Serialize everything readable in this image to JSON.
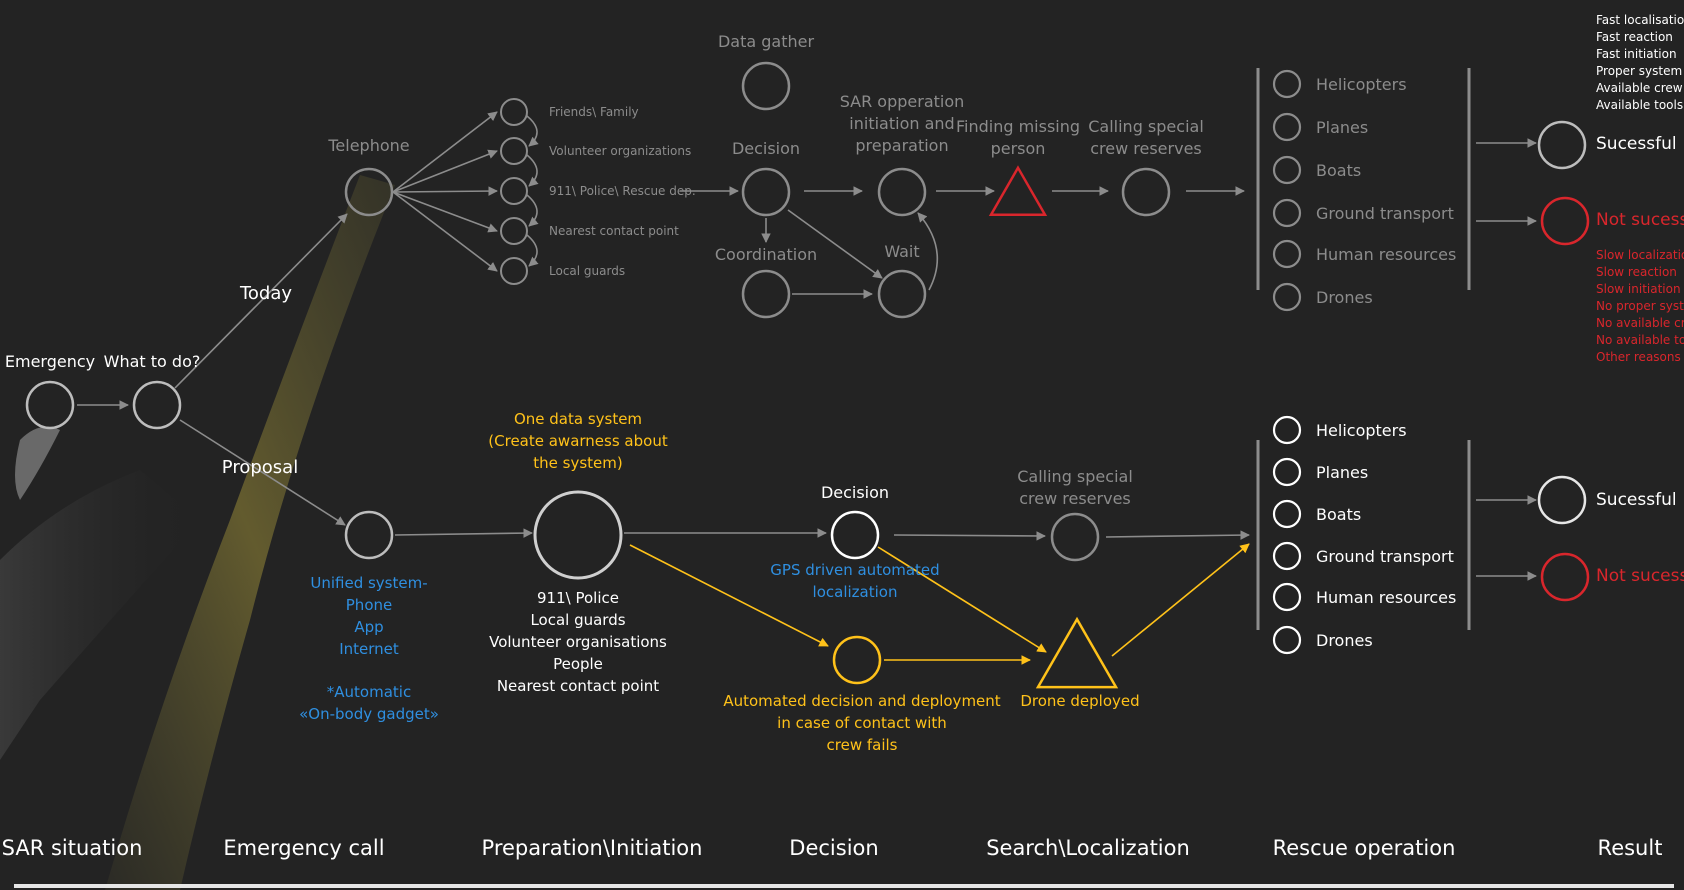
{
  "today_path": {
    "branch_label": "Today",
    "emergency_label": "Emergency",
    "what_label": "What to do?",
    "telephone_label": "Telephone",
    "contacts": [
      "Friends\\ Family",
      "Volunteer organizations",
      "911\\ Police\\ Rescue dep.",
      "Nearest contact point",
      "Local guards"
    ],
    "data_gather": "Data gather",
    "decision": "Decision",
    "coordination": "Coordination",
    "wait": "Wait",
    "sar_op": [
      "SAR opperation",
      "initiation and",
      "preparation"
    ],
    "finding": [
      "Finding missing",
      "person"
    ],
    "calling": [
      "Calling special",
      "crew reserves"
    ],
    "resources": [
      "Helicopters",
      "Planes",
      "Boats",
      "Ground transport",
      "Human resources",
      "Drones"
    ],
    "success": "Sucessful",
    "fail": "Not sucessful",
    "success_reasons": [
      "Fast localisation",
      "Fast reaction",
      "Fast initiation",
      "Proper system",
      "Available crew",
      "Available tools"
    ],
    "fail_reasons": [
      "Slow localization",
      "Slow reaction",
      "Slow initiation",
      "No proper system",
      "No available crew",
      "No available tools",
      "Other reasons"
    ]
  },
  "proposal_path": {
    "branch_label": "Proposal",
    "unified": [
      "Unified system-",
      "Phone",
      "App",
      "Internet"
    ],
    "automatic": [
      "*Automatic",
      "«On-body gadget»"
    ],
    "one_data": [
      "One data system",
      "(Create awarness about",
      "the system)"
    ],
    "hub_targets": [
      "911\\ Police",
      "Local guards",
      "Volunteer organisations",
      "People",
      "Nearest contact point"
    ],
    "decision": "Decision",
    "gps": [
      "GPS driven automated",
      "localization"
    ],
    "auto_decision": [
      "Automated decision and deployment",
      "in case of contact with",
      "crew fails"
    ],
    "calling": [
      "Calling special",
      "crew reserves"
    ],
    "drone": "Drone deployed",
    "resources": [
      "Helicopters",
      "Planes",
      "Boats",
      "Ground transport",
      "Human resources",
      "Drones"
    ],
    "success": "Sucessful",
    "fail": "Not sucessful"
  },
  "phases": [
    "SAR situation",
    "Emergency call",
    "Preparation\\Initiation",
    "Decision",
    "Search\\Localization",
    "Rescue operation",
    "Result"
  ],
  "colors": {
    "background": "#232323",
    "gray": "#8c8c8c",
    "white": "#ffffff",
    "yellow": "#ffc21a",
    "blue": "#2f8fe0",
    "red": "#d9262c"
  }
}
